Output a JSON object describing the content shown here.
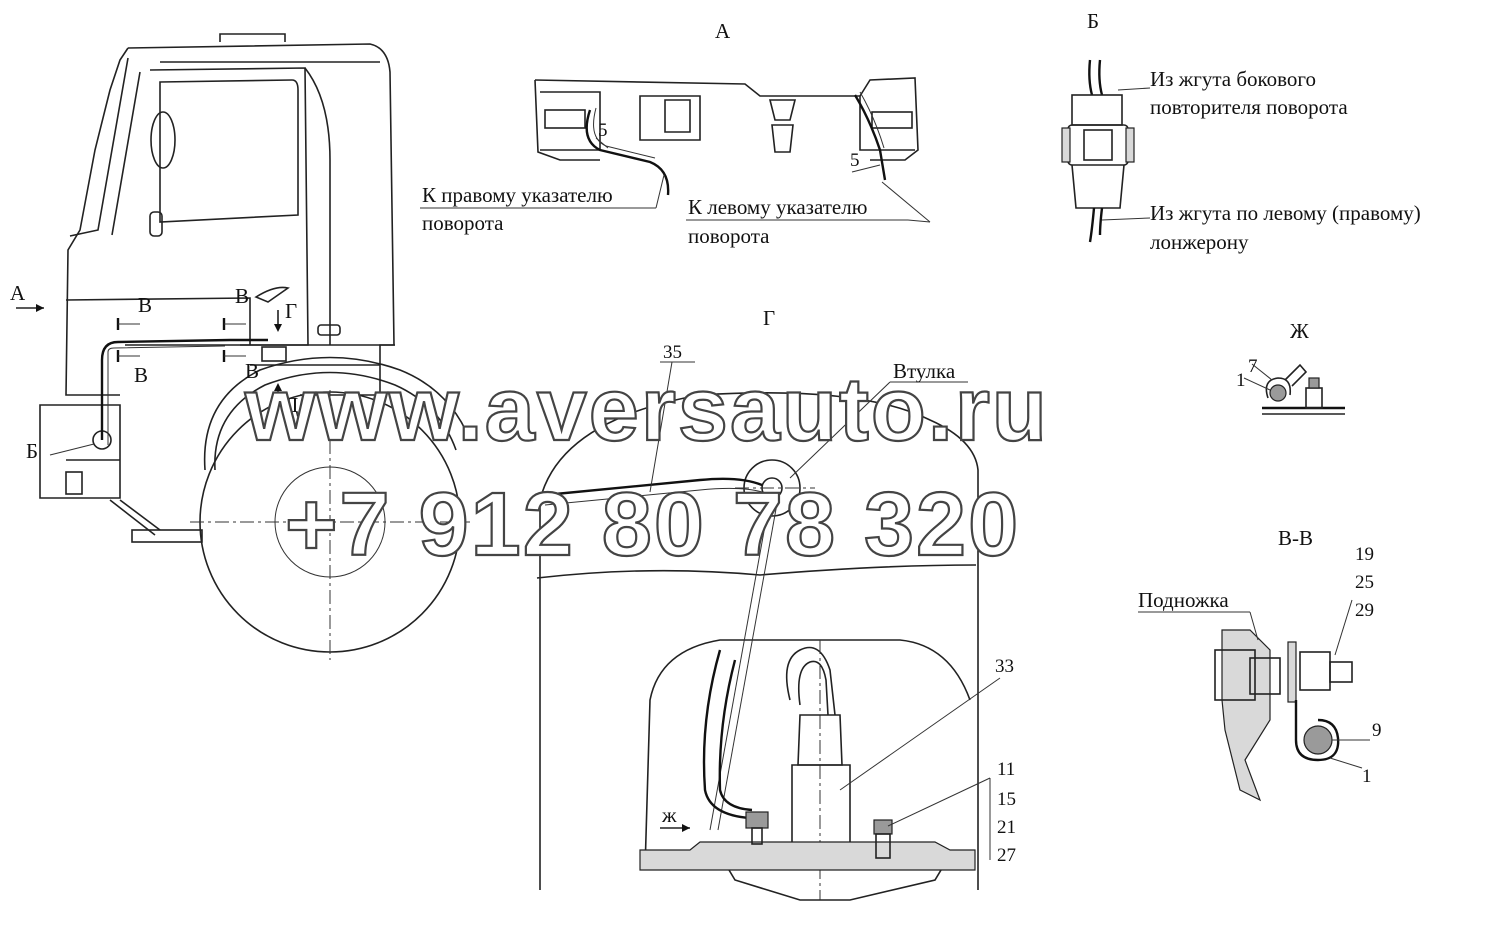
{
  "views": {
    "a": "А",
    "b": "Б",
    "g": "Г",
    "zh": "Ж",
    "vv": "В-В"
  },
  "cab_labels": {
    "arrow_a": "А",
    "b": "Б",
    "v1": "В",
    "v2": "В",
    "v3": "В",
    "v4": "В",
    "g": "Г",
    "d": "Д"
  },
  "view_a": {
    "to_right": "К правому указателю",
    "to_right_2": "поворота",
    "to_left": "К левому указателю",
    "to_left_2": "поворота",
    "pos_5a": "5",
    "pos_5b": "5"
  },
  "view_b": {
    "from_side": "Из жгута бокового",
    "from_side_2": "повторителя поворота",
    "from_spar": "Из жгута по левому (правому)",
    "from_spar_2": "лонжерону"
  },
  "view_g": {
    "pos_35": "35",
    "bushing": "Втулка",
    "pos_33": "33",
    "pos_11": "11",
    "pos_15": "15",
    "pos_21": "21",
    "pos_27": "27",
    "arrow_zh": "ж"
  },
  "view_zh": {
    "pos_7": "7",
    "pos_1": "1"
  },
  "view_vv": {
    "step": "Подножка",
    "pos_19": "19",
    "pos_25": "25",
    "pos_29": "29",
    "pos_9": "9",
    "pos_1": "1"
  },
  "watermark": {
    "site": "www.aversauto.ru",
    "phone": "+7 912 80 78 320"
  }
}
